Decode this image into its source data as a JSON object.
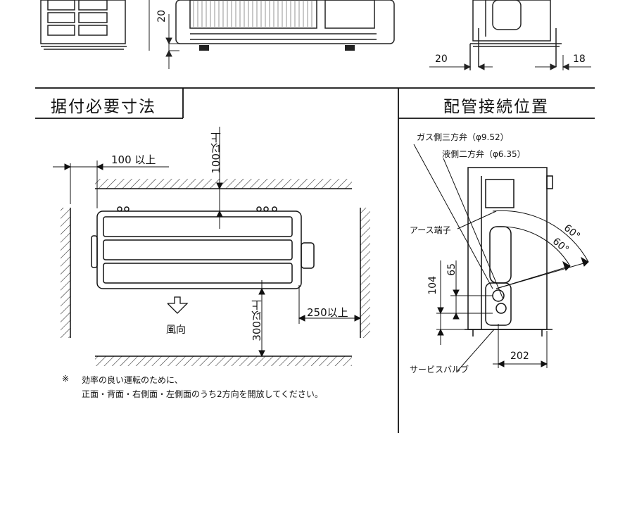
{
  "top_dims": {
    "d20_left": "20",
    "d20_right": "20",
    "d18": "18"
  },
  "install": {
    "title": "据付必要寸法",
    "dim_left": "100 以上",
    "dim_top": "100以上",
    "dim_bottom": "300以上",
    "dim_right": "250以上",
    "wind_label": "風向",
    "note_mark": "※",
    "note_line1": "効率の良い運転のために、",
    "note_line2": "正面・背面・右側面・左側面のうち2方向を開放してください。"
  },
  "piping": {
    "title": "配管接続位置",
    "gas_valve": "ガス側三方弁（φ9.52）",
    "liquid_valve": "液側二方弁（φ6.35）",
    "earth_terminal": "アース端子",
    "angle_outer": "60°",
    "angle_inner": "60°",
    "dim_65": "65",
    "dim_104": "104",
    "dim_202": "202",
    "service_valve": "サービスバルブ"
  }
}
